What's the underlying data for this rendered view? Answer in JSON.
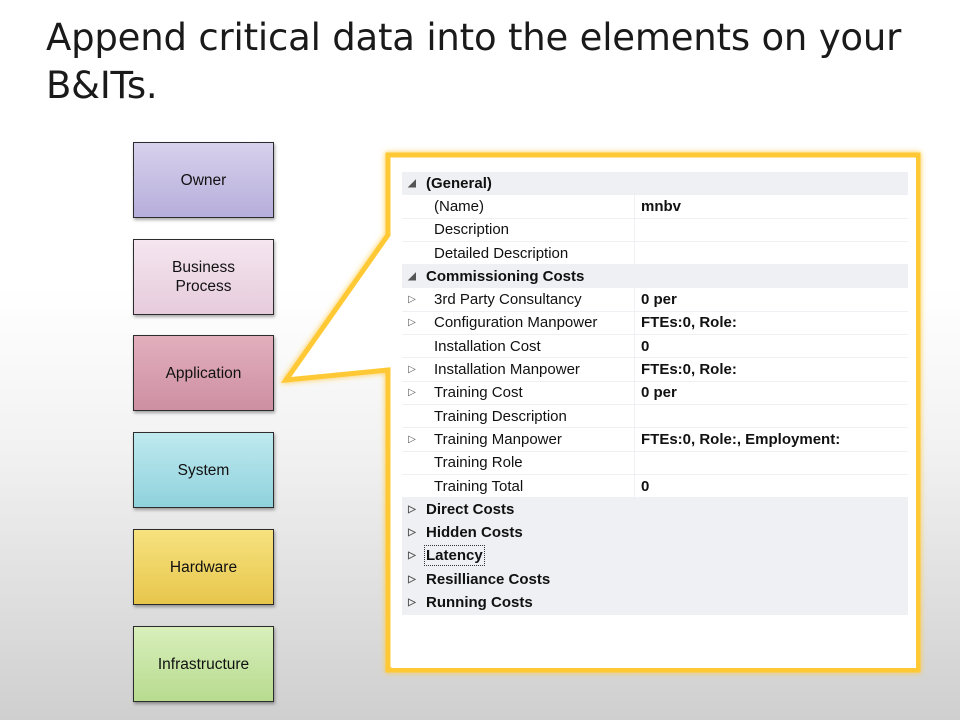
{
  "slide": {
    "title_line1": "Append critical data into the elements on your",
    "title_line2": "B&ITs."
  },
  "layers": [
    {
      "label_line1": "Owner",
      "label_line2": ""
    },
    {
      "label_line1": "Business",
      "label_line2": "Process"
    },
    {
      "label_line1": "Application",
      "label_line2": ""
    },
    {
      "label_line1": "System",
      "label_line2": ""
    },
    {
      "label_line1": "Hardware",
      "label_line2": ""
    },
    {
      "label_line1": "Infrastructure",
      "label_line2": ""
    }
  ],
  "colors": {
    "callout_border": "#ffc935",
    "selection_outline": "#333333"
  },
  "property_grid": {
    "rows": [
      {
        "name": "(General)",
        "value": "",
        "category": true,
        "toggle": "◢"
      },
      {
        "name": "(Name)",
        "value": "mnbv",
        "category": false,
        "toggle": ""
      },
      {
        "name": "Description",
        "value": "",
        "category": false,
        "toggle": ""
      },
      {
        "name": "Detailed Description",
        "value": "",
        "category": false,
        "toggle": ""
      },
      {
        "name": "Commissioning Costs",
        "value": "",
        "category": true,
        "toggle": "◢"
      },
      {
        "name": "3rd Party Consultancy",
        "value": "0 per",
        "category": false,
        "toggle": "▷"
      },
      {
        "name": "Configuration Manpower",
        "value": "FTEs:0, Role:",
        "category": false,
        "toggle": "▷"
      },
      {
        "name": "Installation Cost",
        "value": "0",
        "category": false,
        "toggle": ""
      },
      {
        "name": "Installation Manpower",
        "value": "FTEs:0, Role:",
        "category": false,
        "toggle": "▷"
      },
      {
        "name": "Training Cost",
        "value": "0 per",
        "category": false,
        "toggle": "▷"
      },
      {
        "name": "Training Description",
        "value": "",
        "category": false,
        "toggle": ""
      },
      {
        "name": "Training Manpower",
        "value": "FTEs:0, Role:, Employment:",
        "category": false,
        "toggle": "▷"
      },
      {
        "name": "Training Role",
        "value": "",
        "category": false,
        "toggle": ""
      },
      {
        "name": "Training Total",
        "value": "0",
        "category": false,
        "toggle": ""
      },
      {
        "name": "Direct Costs",
        "value": "",
        "category": true,
        "toggle": "▷"
      },
      {
        "name": "Hidden Costs",
        "value": "",
        "category": true,
        "toggle": "▷"
      },
      {
        "name": "Latency",
        "value": "",
        "category": true,
        "toggle": "▷",
        "selected": true
      },
      {
        "name": "Resilliance Costs",
        "value": "",
        "category": true,
        "toggle": "▷"
      },
      {
        "name": "Running Costs",
        "value": "",
        "category": true,
        "toggle": "▷"
      }
    ]
  }
}
